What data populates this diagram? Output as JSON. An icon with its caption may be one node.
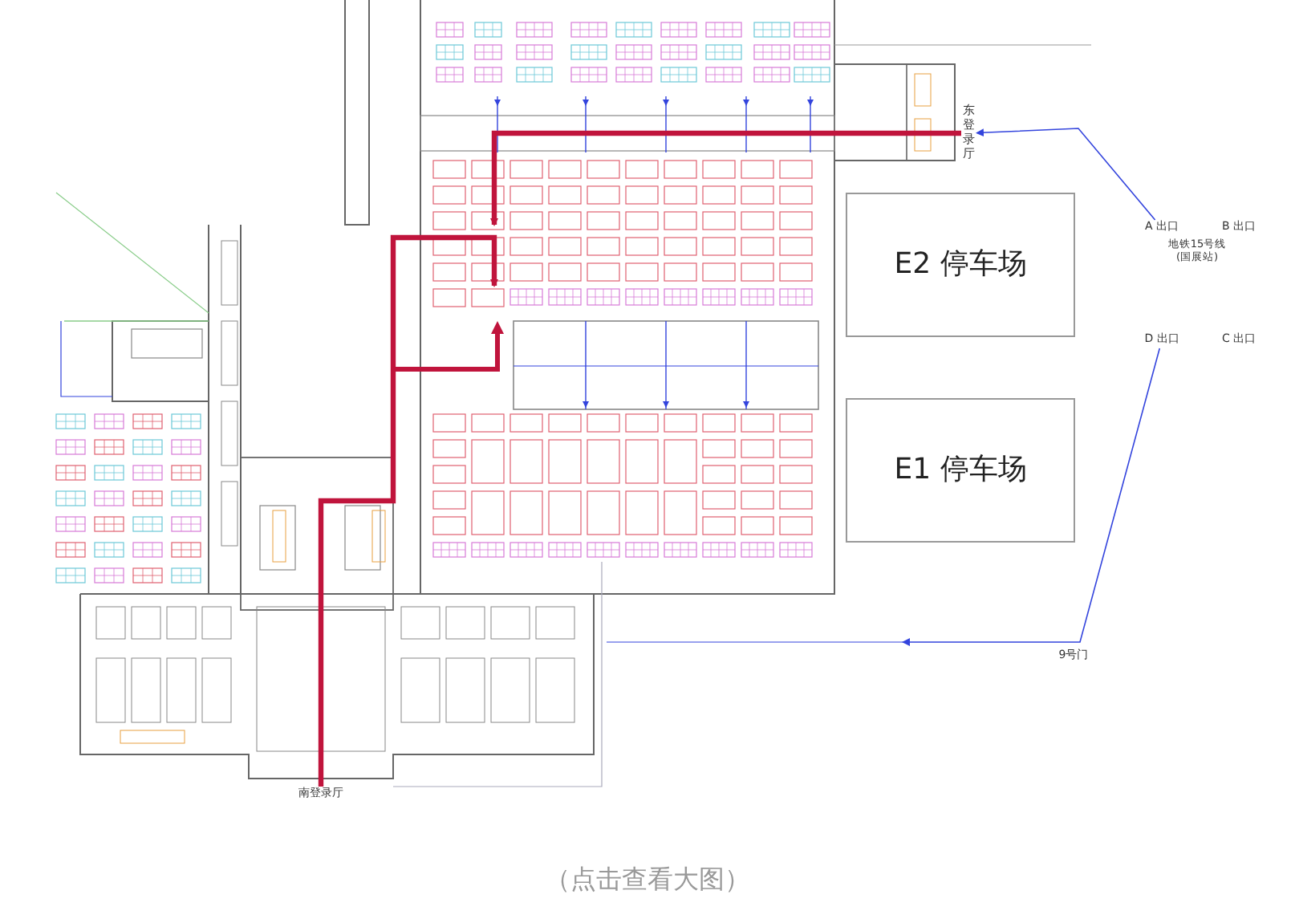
{
  "diagram": {
    "caption": "（点击查看大图）",
    "nodes": [
      {
        "text": [
          "东登录厅"
        ]
      },
      {
        "text": [
          "E2 停车场"
        ]
      },
      {
        "text": [
          "E1 停车场"
        ]
      },
      {
        "text": [
          "A 出口"
        ]
      },
      {
        "text": [
          "D 出口"
        ]
      },
      {
        "text": [
          "南登录厅"
        ]
      }
    ],
    "edges": [
      {
        "from": 3,
        "to": 0,
        "arrow": "to"
      },
      {
        "from": 4,
        "to": null,
        "arrow": "to"
      },
      {
        "from": 5,
        "to": null,
        "arrow": "to",
        "style": "thick",
        "color": "#c0143c"
      },
      {
        "from": 0,
        "to": null,
        "arrow": "to",
        "style": "thick",
        "color": "#c0143c"
      }
    ],
    "labels": [
      "B 出口",
      "地铁15号线(国展站)",
      "C 出口",
      "9号门"
    ]
  }
}
